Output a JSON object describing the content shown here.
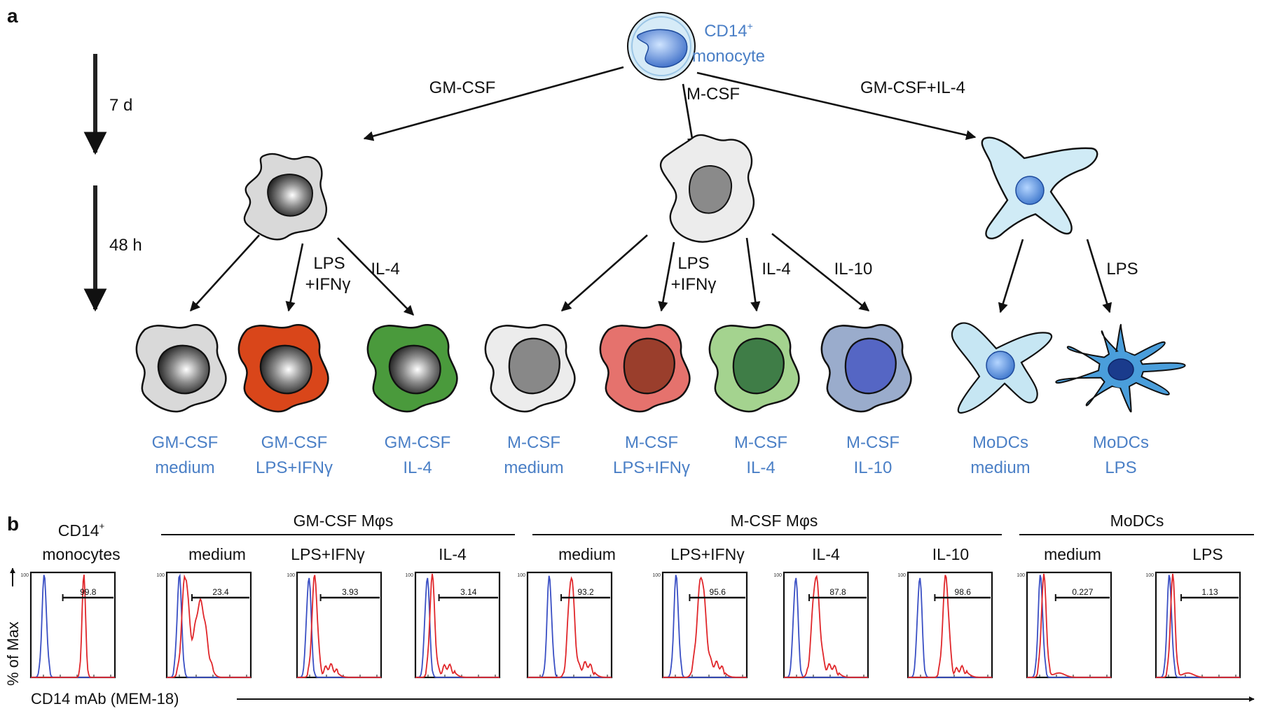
{
  "panel_a": {
    "label": "a",
    "origin": {
      "line1": "CD14",
      "sup": "+",
      "line2": "monocyte"
    },
    "timeline": {
      "first": "7 d",
      "second": "48 h"
    },
    "branches": {
      "gm": "GM-CSF",
      "m": "M-CSF",
      "dc": "GM-CSF+IL-4"
    },
    "treatments": {
      "lps_ifn_line1": "LPS",
      "lps_ifn_line2": "+IFNγ",
      "il4": "IL-4",
      "il10": "IL-10",
      "lps": "LPS"
    },
    "cells": [
      {
        "line1": "GM-CSF",
        "line2": "medium"
      },
      {
        "line1": "GM-CSF",
        "line2": "LPS+IFNγ"
      },
      {
        "line1": "GM-CSF",
        "line2": "IL-4"
      },
      {
        "line1": "M-CSF",
        "line2": "medium"
      },
      {
        "line1": "M-CSF",
        "line2": "LPS+IFNγ"
      },
      {
        "line1": "M-CSF",
        "line2": "IL-4"
      },
      {
        "line1": "M-CSF",
        "line2": "IL-10"
      },
      {
        "line1": "MoDCs",
        "line2": "medium"
      },
      {
        "line1": "MoDCs",
        "line2": "LPS"
      }
    ]
  },
  "panel_b": {
    "label": "b",
    "groups": [
      "GM-CSF Mφs",
      "M-CSF Mφs",
      "MoDCs"
    ],
    "first": {
      "line1": "CD14",
      "sup": "+",
      "line2": "monocytes"
    },
    "conditions": [
      "medium",
      "LPS+IFNγ",
      "IL-4",
      "medium",
      "LPS+IFNγ",
      "IL-4",
      "IL-10",
      "medium",
      "LPS"
    ],
    "gate_values": [
      "99.8",
      "23.4",
      "3.93",
      "3.14",
      "93.2",
      "95.6",
      "87.8",
      "98.6",
      "0.227",
      "1.13"
    ],
    "y_axis_label": "% of Max",
    "x_axis_label": "CD14 mAb (MEM-18)",
    "tick_100": "100"
  },
  "colors": {
    "label_blue": "#4a7fc6",
    "control_histogram": "#3a4fc4",
    "stained_histogram": "#e0262a"
  }
}
